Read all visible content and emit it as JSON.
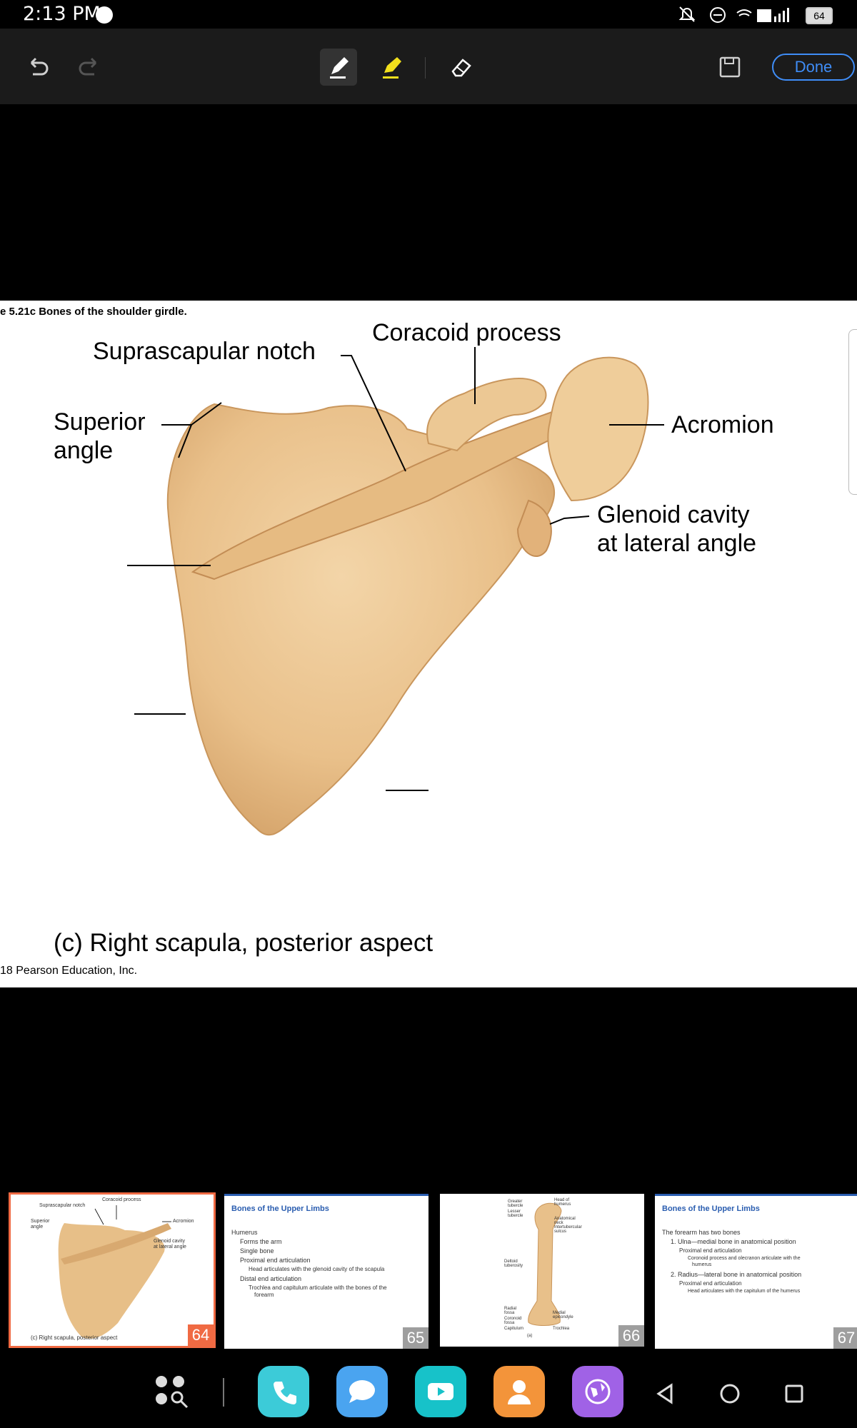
{
  "status_bar": {
    "time": "2:13 PM",
    "battery": "64"
  },
  "toolbar": {
    "done_label": "Done",
    "accent": "#3f8df7"
  },
  "slide": {
    "caption": "e 5.21c Bones of the shoulder girdle.",
    "labels": {
      "suprascapular_notch": "Suprascapular notch",
      "coracoid_process": "Coracoid process",
      "superior_angle_1": "Superior",
      "superior_angle_2": "angle",
      "acromion": "Acromion",
      "glenoid_1": "Glenoid cavity",
      "glenoid_2": "at lateral angle"
    },
    "subcaption": "(c) Right scapula, posterior aspect",
    "copyright": "18 Pearson Education, Inc."
  },
  "thumbnails": [
    {
      "num": "64",
      "selected": true,
      "caption": "(c) Right scapula, posterior aspect",
      "labels": [
        "Suprascapular notch",
        "Coracoid process",
        "Superior",
        "angle",
        "Acromion",
        "Glenoid cavity",
        "at lateral angle"
      ]
    },
    {
      "num": "65",
      "title": "Bones of the Upper Limbs",
      "bullets": [
        "Humerus",
        "Forms the arm",
        "Single bone",
        "Proximal end articulation",
        "Head articulates with the glenoid cavity of the scapula",
        "Distal end articulation",
        "Trochlea and capitulum articulate with the bones of the",
        "forearm"
      ]
    },
    {
      "num": "66",
      "labels": [
        "Greater",
        "tubercle",
        "Lesser",
        "tubercle",
        "Head of",
        "humerus",
        "Anatomical",
        "neck",
        "Intertubercular",
        "sulcus",
        "Deltoid",
        "tuberosity",
        "Radial",
        "fossa",
        "Coronoid",
        "fossa",
        "Capitulum",
        "Medial",
        "epicondyle",
        "Trochlea",
        "(a)"
      ]
    },
    {
      "num": "67",
      "title": "Bones of the Upper Limbs",
      "bullets": [
        "The forearm has two bones",
        "1. Ulna—medial bone in anatomical position",
        "Proximal end articulation",
        "Coronoid process and olecranon articulate with the",
        "humerus",
        "2. Radius—lateral bone in anatomical position",
        "Proximal end articulation",
        "Head articulates with the capitulum of the humerus"
      ]
    }
  ],
  "dock": {
    "apps": [
      "apps-search-icon",
      "phone-icon",
      "messages-icon",
      "video-icon",
      "contacts-icon",
      "browser-icon"
    ]
  }
}
